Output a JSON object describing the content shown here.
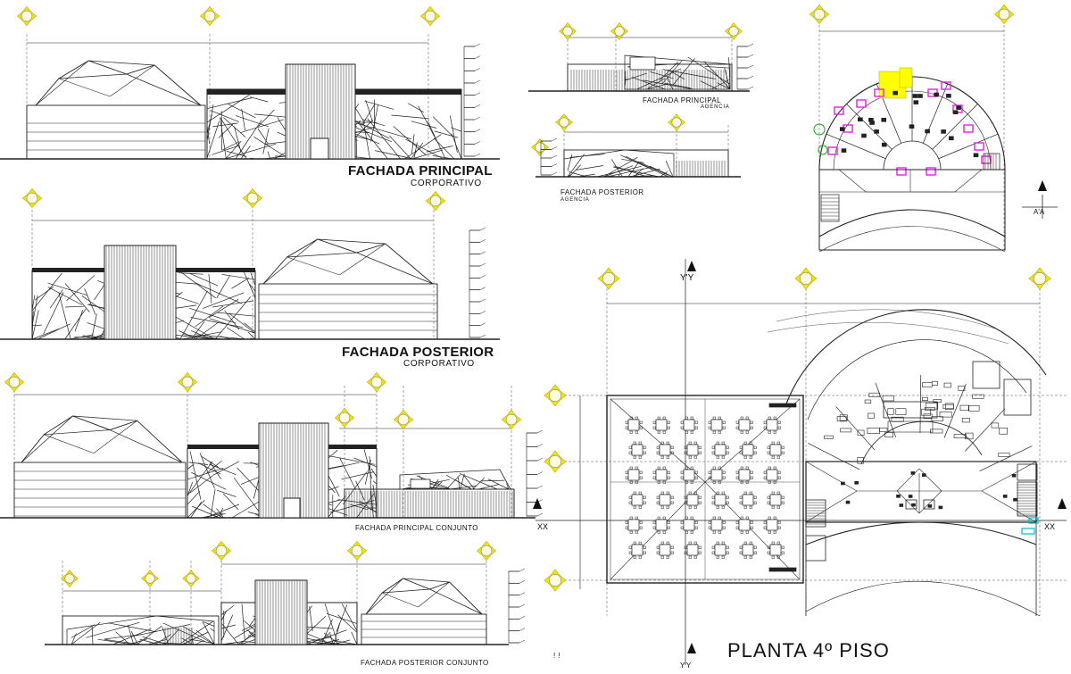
{
  "titles": {
    "fachada_principal": "FACHADA PRINCIPAL",
    "corporativo_1": "CORPORATIVO",
    "fachada_posterior": "FACHADA POSTERIOR",
    "corporativo_2": "CORPORATIVO",
    "fachada_principal_conjunto": "FACHADA PRINCIPAL CONJUNTO",
    "fachada_posterior_conjunto": "FACHADA POSTERIOR CONJUNTO",
    "fachada_principal_agencia": "FACHADA PRINCIPAL",
    "agencia_1": "AGENCIA",
    "fachada_posterior_agencia": "FACHADA POSTERIOR",
    "agencia_2": "AGENCIA",
    "planta": "PLANTA  4º PISO",
    "marks": "! !"
  },
  "axes": {
    "yy_top": "Y'Y",
    "yy_bottom": "Y'Y",
    "xx_left": "XX",
    "xx_right": "XX",
    "section": "A'A"
  },
  "colors": {
    "line": "#222222",
    "bubble": "#f2e600",
    "magenta": "#e61ee6",
    "yellow_fill": "#ffff00",
    "cyan": "#00b8c8"
  }
}
